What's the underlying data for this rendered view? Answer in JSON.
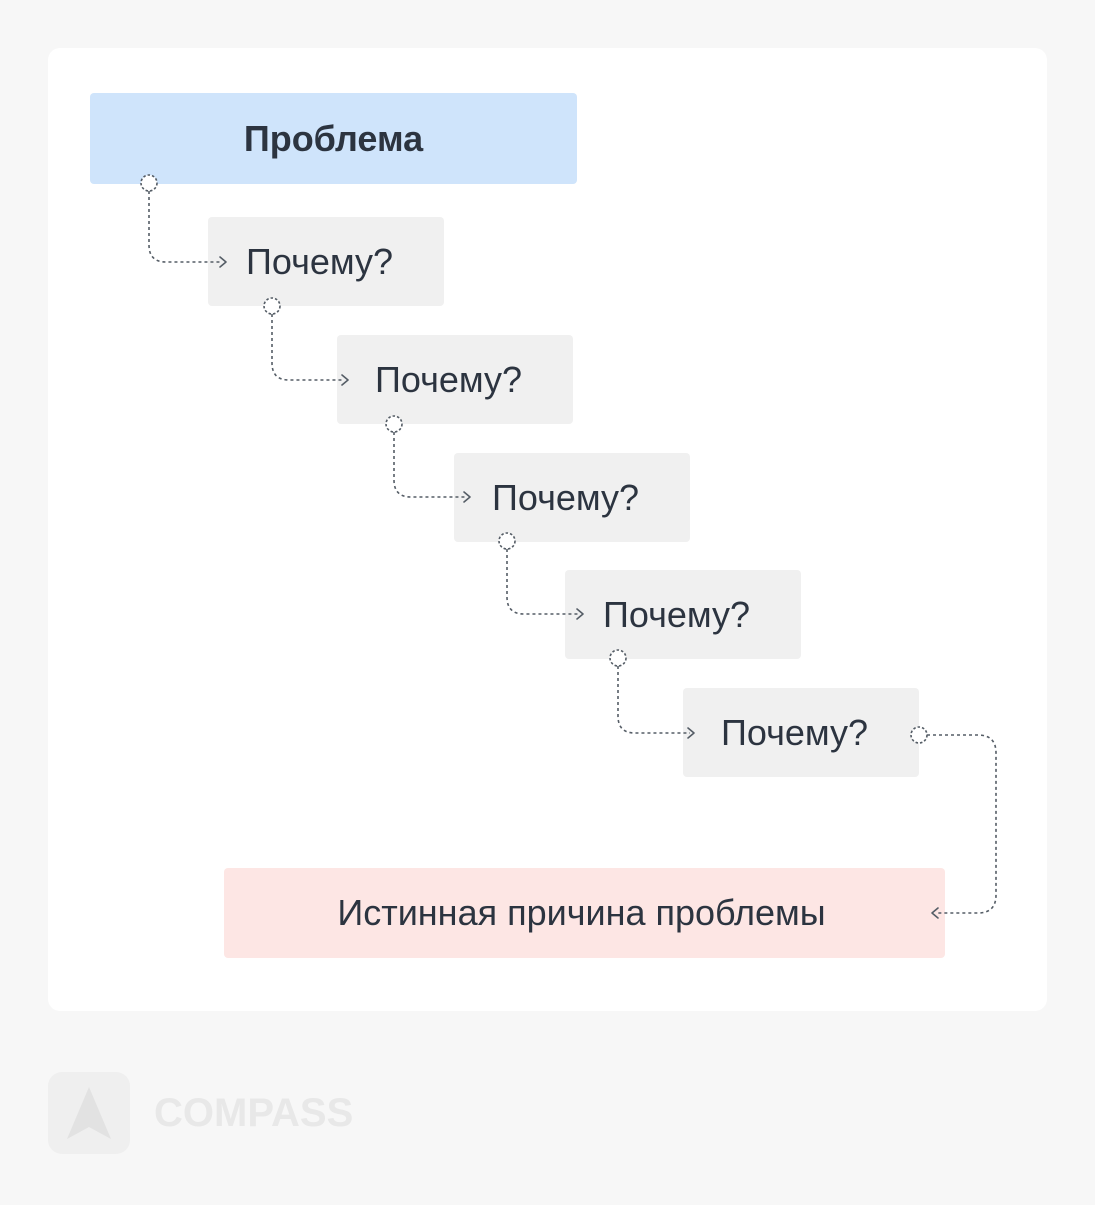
{
  "problem": {
    "label": "Проблема"
  },
  "whys": [
    {
      "label": "Почему?"
    },
    {
      "label": "Почему?"
    },
    {
      "label": "Почему?"
    },
    {
      "label": "Почему?"
    },
    {
      "label": "Почему?"
    }
  ],
  "root_cause": {
    "label": "Истинная причина проблемы"
  },
  "brand": {
    "name": "COMPASS",
    "icon": "compass-arrow-icon"
  },
  "colors": {
    "problem_fill": "#cfe4fb",
    "why_fill": "#f0f0f0",
    "root_fill": "#fde6e4",
    "connector": "#555d66",
    "text": "#2c3440"
  }
}
